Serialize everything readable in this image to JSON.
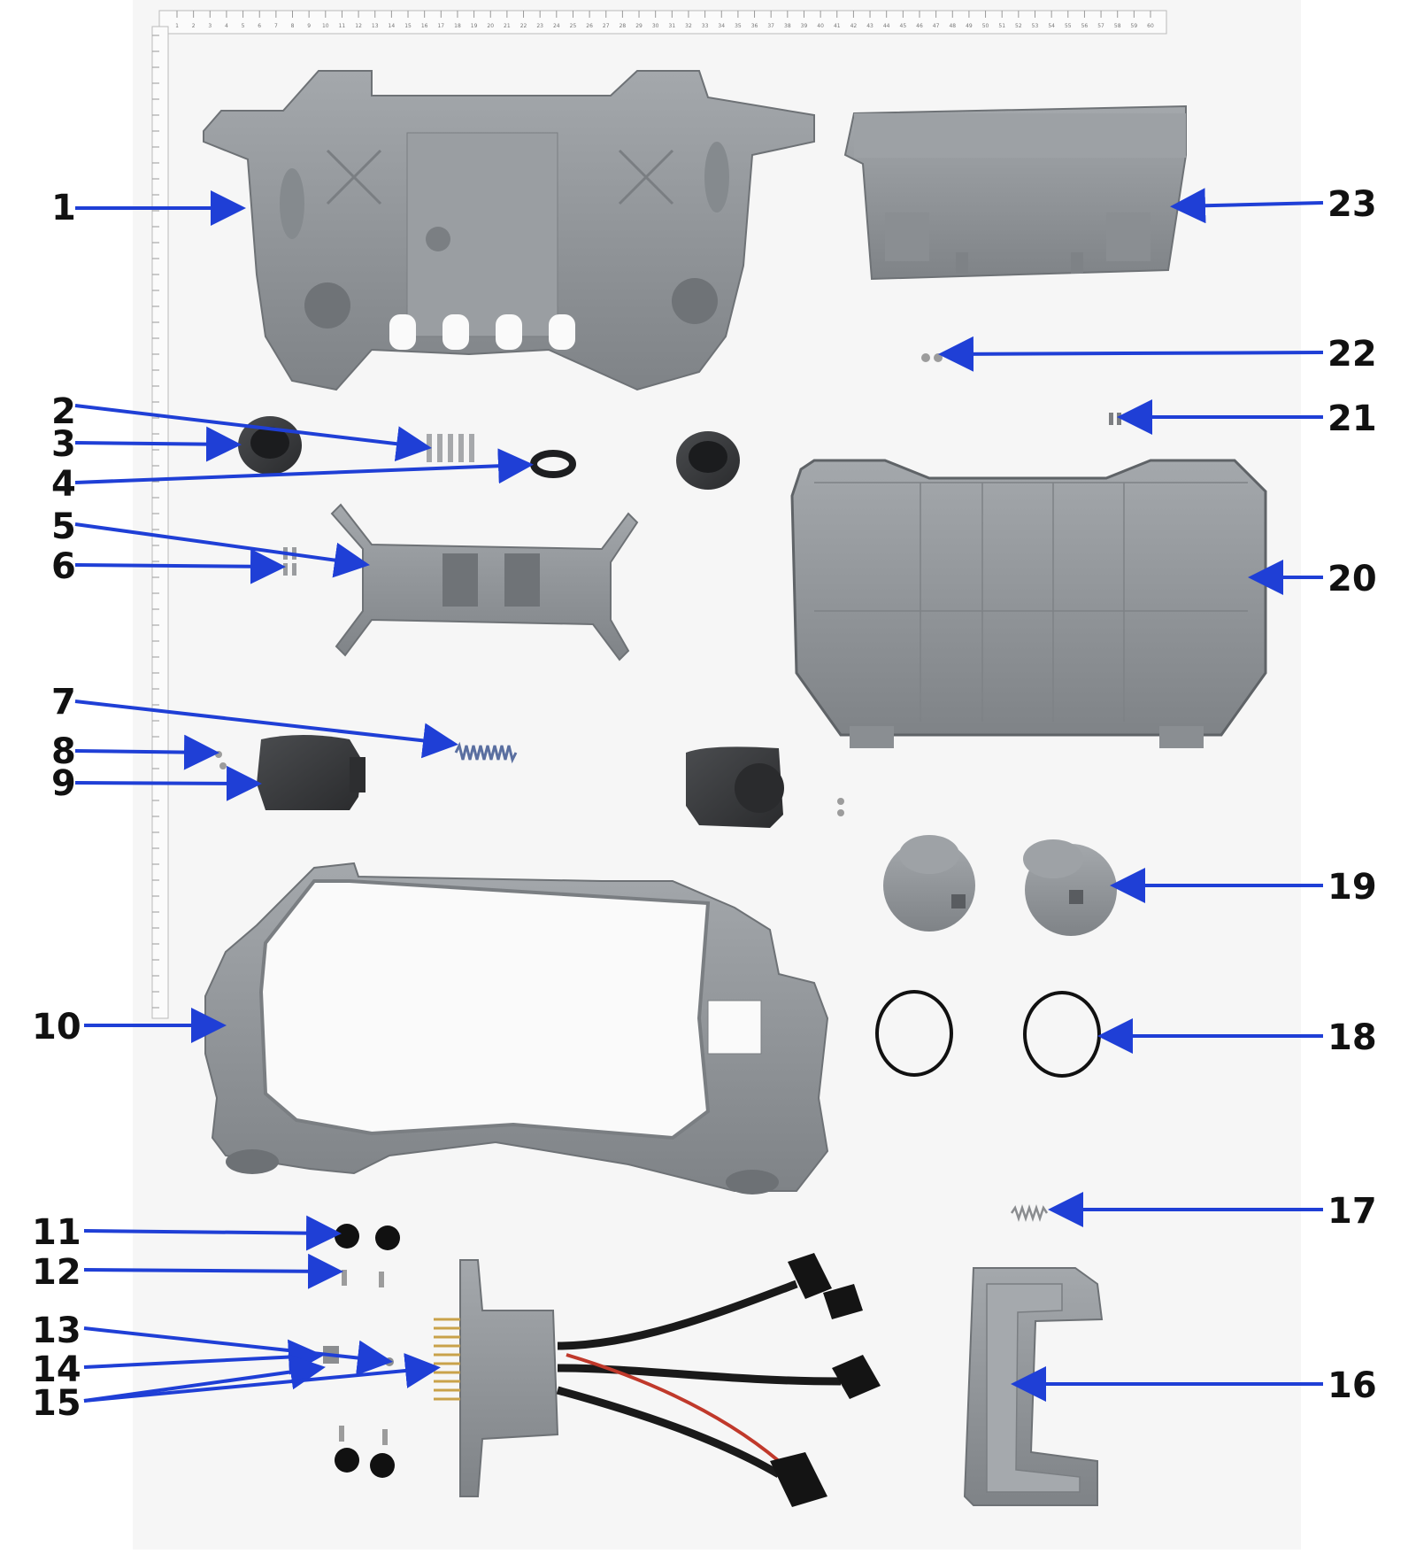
{
  "callouts": [
    {
      "id": "1",
      "label": "1"
    },
    {
      "id": "2",
      "label": "2"
    },
    {
      "id": "3",
      "label": "3"
    },
    {
      "id": "4",
      "label": "4"
    },
    {
      "id": "5",
      "label": "5"
    },
    {
      "id": "6",
      "label": "6"
    },
    {
      "id": "7",
      "label": "7"
    },
    {
      "id": "8",
      "label": "8"
    },
    {
      "id": "9",
      "label": "9"
    },
    {
      "id": "10",
      "label": "10"
    },
    {
      "id": "11",
      "label": "11"
    },
    {
      "id": "12",
      "label": "12"
    },
    {
      "id": "13",
      "label": "13"
    },
    {
      "id": "14",
      "label": "14"
    },
    {
      "id": "15",
      "label": "15"
    },
    {
      "id": "16",
      "label": "16"
    },
    {
      "id": "17",
      "label": "17"
    },
    {
      "id": "18",
      "label": "18"
    },
    {
      "id": "19",
      "label": "19"
    },
    {
      "id": "20",
      "label": "20"
    },
    {
      "id": "21",
      "label": "21"
    },
    {
      "id": "22",
      "label": "22"
    },
    {
      "id": "23",
      "label": "23"
    }
  ],
  "ruler": {
    "horizontal_ticks": [
      "1",
      "2",
      "3",
      "4",
      "5",
      "6",
      "7",
      "8",
      "9",
      "10",
      "11",
      "12",
      "13",
      "14",
      "15",
      "16",
      "17",
      "18",
      "19",
      "20",
      "21",
      "22",
      "23",
      "24",
      "25",
      "26",
      "27",
      "28",
      "29",
      "30",
      "31",
      "32",
      "33",
      "34",
      "35",
      "36",
      "37",
      "38",
      "39",
      "40",
      "41",
      "42",
      "43",
      "44",
      "45",
      "46",
      "47",
      "48",
      "49",
      "50",
      "51",
      "52",
      "53",
      "54",
      "55",
      "56",
      "57",
      "58",
      "59",
      "60"
    ]
  },
  "colors": {
    "arrow": "#1f3fd6",
    "part_gray": "#8f9397",
    "part_dark": "#3a3c3e",
    "rubber": "#1e1f21",
    "background_panel": "#f7f7f7"
  }
}
